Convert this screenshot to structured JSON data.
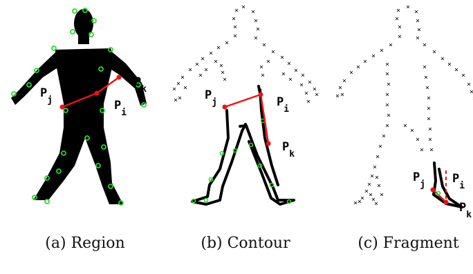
{
  "panels": [
    {
      "caption": "(a) Region",
      "labels": {
        "pj": "P",
        "pj_sub": "j",
        "pi": "P",
        "pi_sub": "i",
        "pk": "P",
        "pk_sub": "k"
      }
    },
    {
      "caption": "(b) Contour",
      "labels": {
        "pj": "P",
        "pj_sub": "j",
        "pi": "P",
        "pi_sub": "i",
        "pk": "P",
        "pk_sub": "k"
      }
    },
    {
      "caption": "(c) Fragment",
      "labels": {
        "pj": "P",
        "pj_sub": "j",
        "pi": "P",
        "pi_sub": "i",
        "pk": "P",
        "pk_sub": "k"
      }
    }
  ],
  "colors": {
    "silhouette": "#000000",
    "keypoint": "#22dd22",
    "highlight": "#ee1111"
  },
  "marker_symbol": "×"
}
